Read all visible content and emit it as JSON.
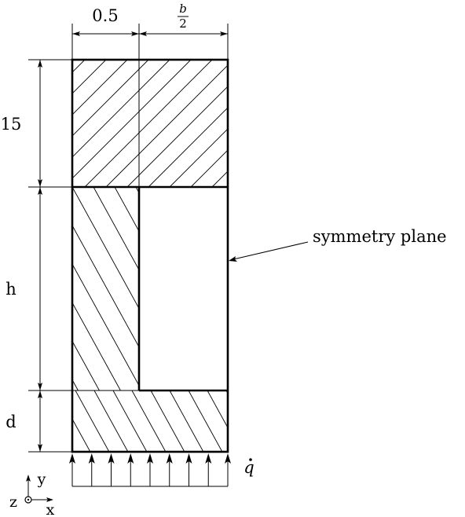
{
  "dimensions": {
    "top_width": "0.5",
    "half_width_numerator": "b",
    "half_width_denominator": "2",
    "top_height": "15",
    "middle_height": "h",
    "bottom_height": "d"
  },
  "annotations": {
    "symmetry": "symmetry plane",
    "heat_flux": "q"
  },
  "axes": {
    "y": "y",
    "x": "x",
    "z": "z"
  },
  "colors": {
    "line": "#000000",
    "background": "#ffffff"
  }
}
